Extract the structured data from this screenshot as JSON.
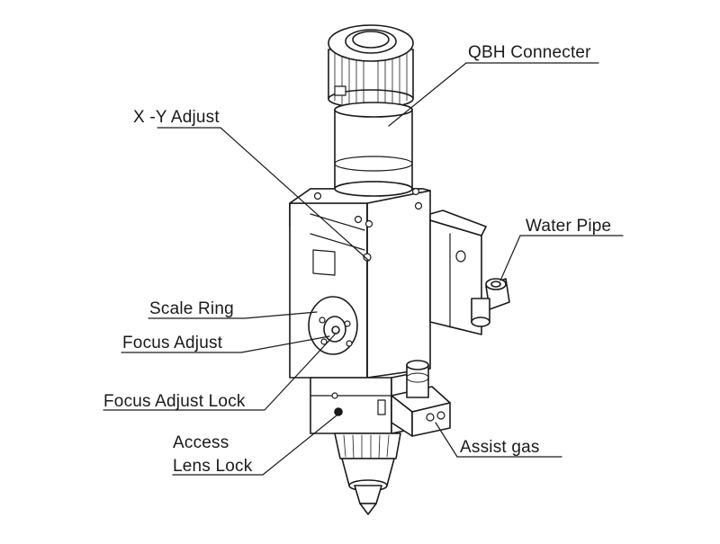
{
  "labels": {
    "qbh": "QBH Connecter",
    "xy": "X -Y Adjust",
    "water": "Water Pipe",
    "scale": "Scale Ring",
    "focus": "Focus Adjust",
    "focus_lock": "Focus Adjust Lock",
    "access": "Access",
    "lens_lock": "Lens Lock",
    "assist": "Assist gas"
  },
  "colors": {
    "stroke": "#1a1a1a",
    "fill": "#ffffff",
    "text": "#1a1a1a"
  }
}
